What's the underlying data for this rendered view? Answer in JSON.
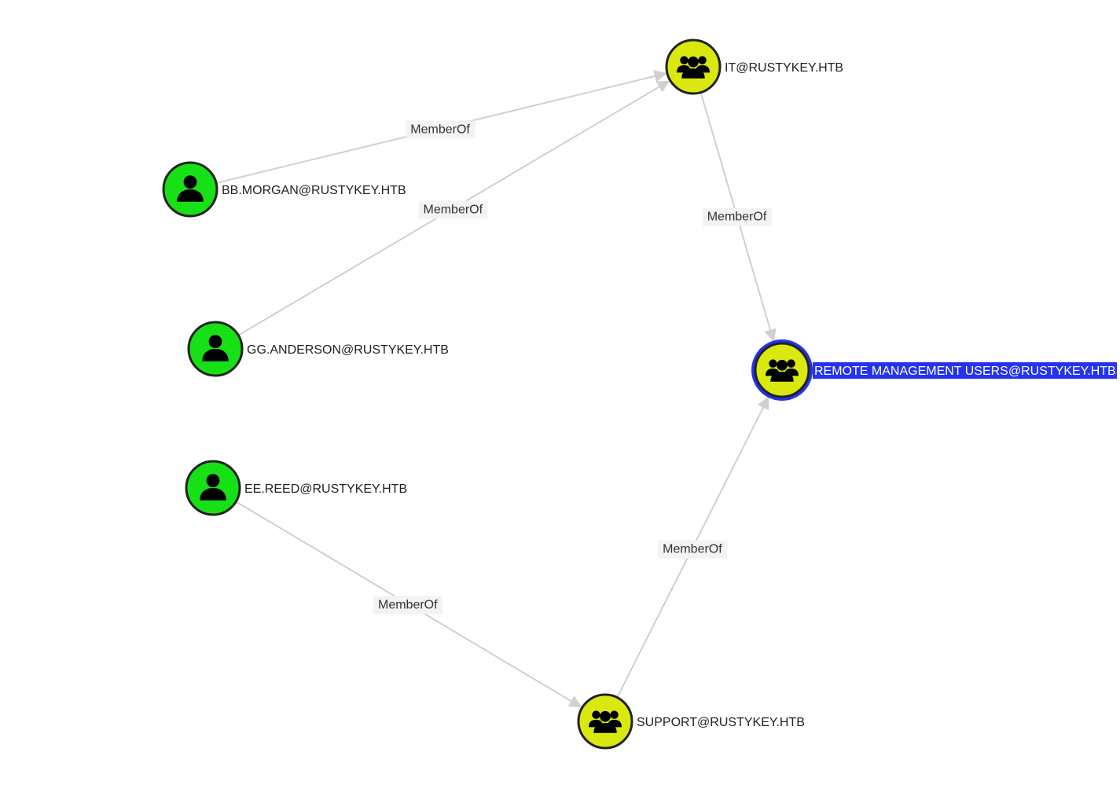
{
  "colors": {
    "user": "#17e017",
    "group": "#d9e80f",
    "selected_ring": "#2233ee",
    "selected_label_bg": "#2633ee",
    "edge": "#d0d0d0",
    "edge_label_bg": "#f3f3f3"
  },
  "nodes": [
    {
      "id": "it",
      "kind": "group",
      "icon": "group-icon",
      "label": "IT@RUSTYKEY.HTB"
    },
    {
      "id": "bbmorgan",
      "kind": "user",
      "icon": "user-icon",
      "label": "BB.MORGAN@RUSTYKEY.HTB"
    },
    {
      "id": "gganderson",
      "kind": "user",
      "icon": "user-icon",
      "label": "GG.ANDERSON@RUSTYKEY.HTB"
    },
    {
      "id": "eereed",
      "kind": "user",
      "icon": "user-icon",
      "label": "EE.REED@RUSTYKEY.HTB"
    },
    {
      "id": "remote",
      "kind": "group",
      "icon": "group-icon",
      "label": "REMOTE MANAGEMENT USERS@RUSTYKEY.HTB",
      "selected": true
    },
    {
      "id": "support",
      "kind": "group",
      "icon": "group-icon",
      "label": "SUPPORT@RUSTYKEY.HTB"
    }
  ],
  "edges": [
    {
      "from": "bbmorgan",
      "to": "it",
      "label": "MemberOf"
    },
    {
      "from": "gganderson",
      "to": "it",
      "label": "MemberOf"
    },
    {
      "from": "it",
      "to": "remote",
      "label": "MemberOf"
    },
    {
      "from": "eereed",
      "to": "support",
      "label": "MemberOf"
    },
    {
      "from": "support",
      "to": "remote",
      "label": "MemberOf"
    }
  ]
}
